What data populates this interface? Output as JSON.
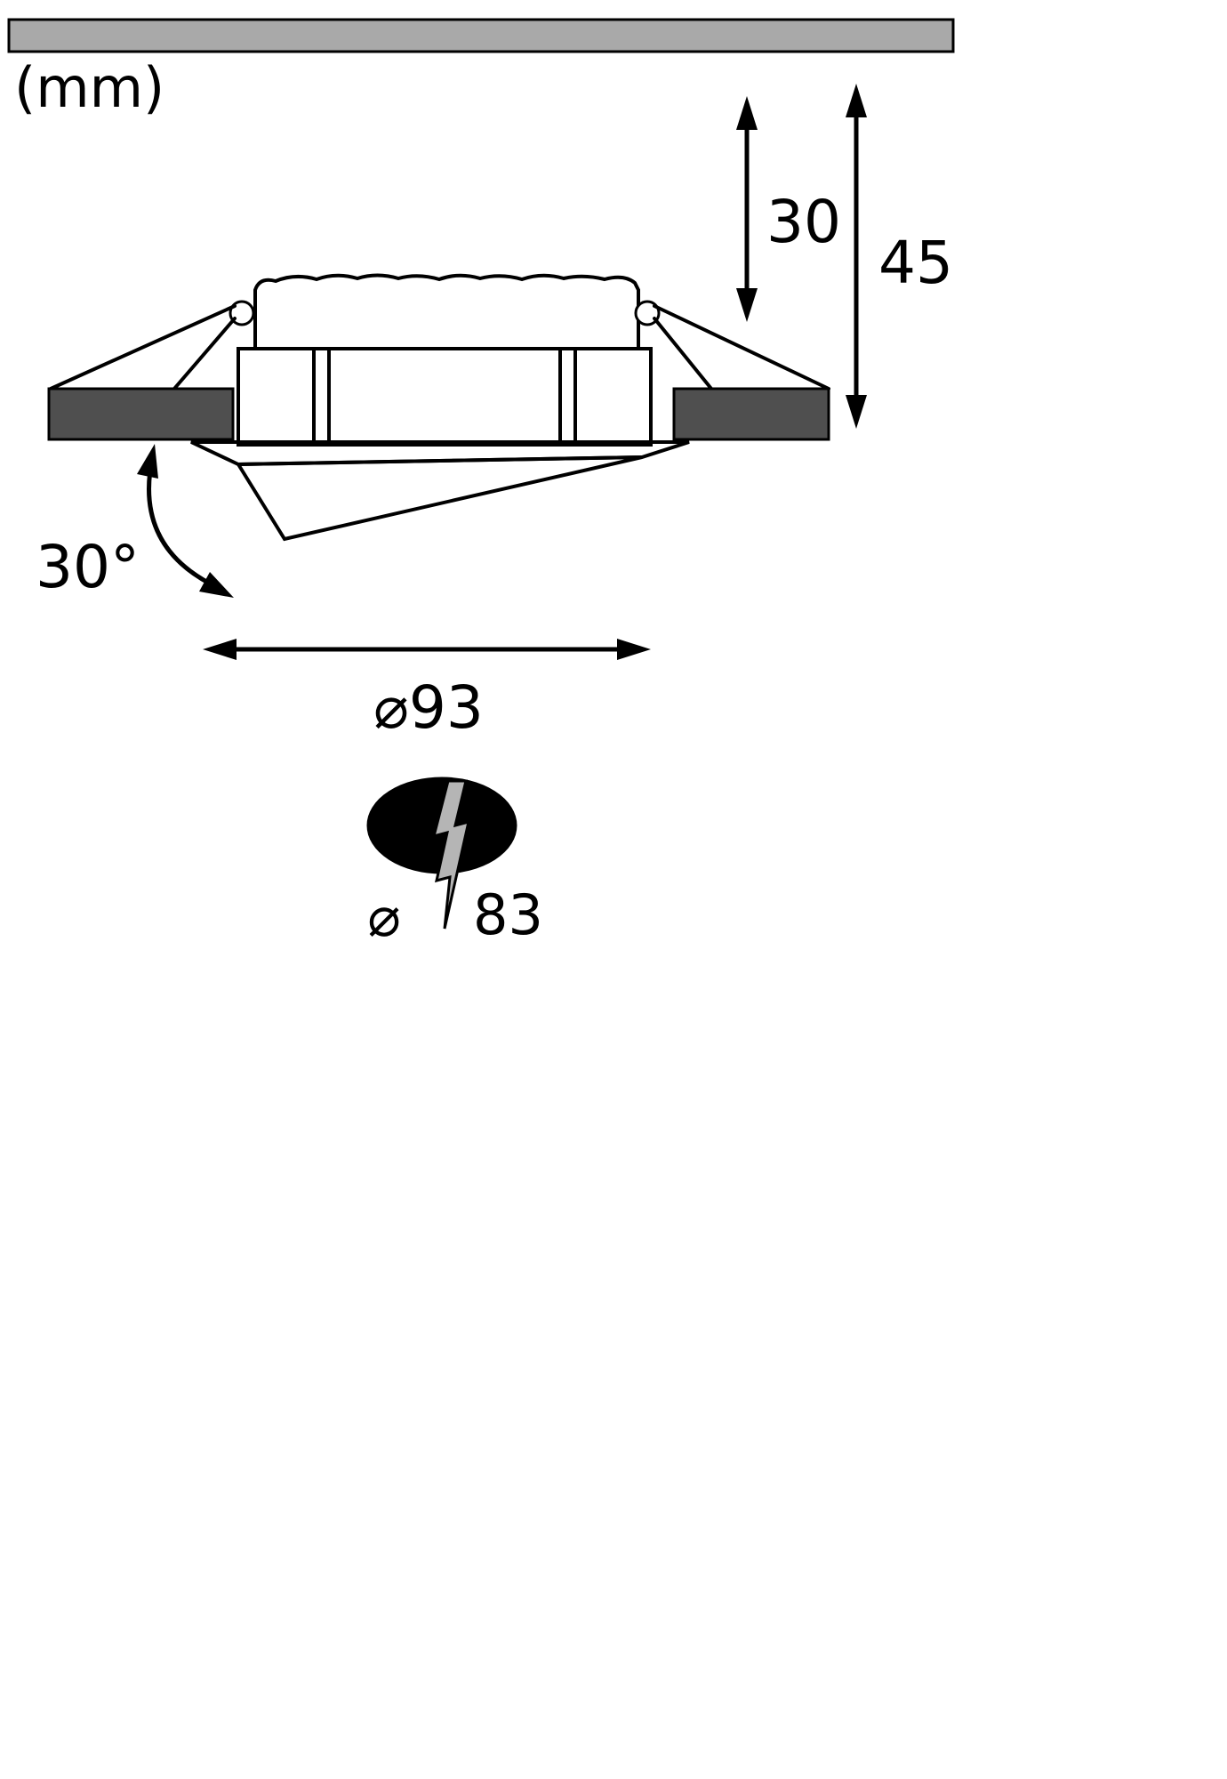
{
  "unit_label": "(mm)",
  "dimensions": {
    "recess_depth": "30",
    "total_height": "45",
    "tilt_angle": "30°",
    "outer_diameter": "⌀93",
    "cutout_symbol": "⌀",
    "cutout_diameter": "83"
  },
  "colors": {
    "ceiling_bar": "#a9a9a9",
    "flange": "#4f4f4f",
    "bolt": "#b5b5b5",
    "hole": "#000000",
    "line": "#000000",
    "background": "#ffffff"
  }
}
